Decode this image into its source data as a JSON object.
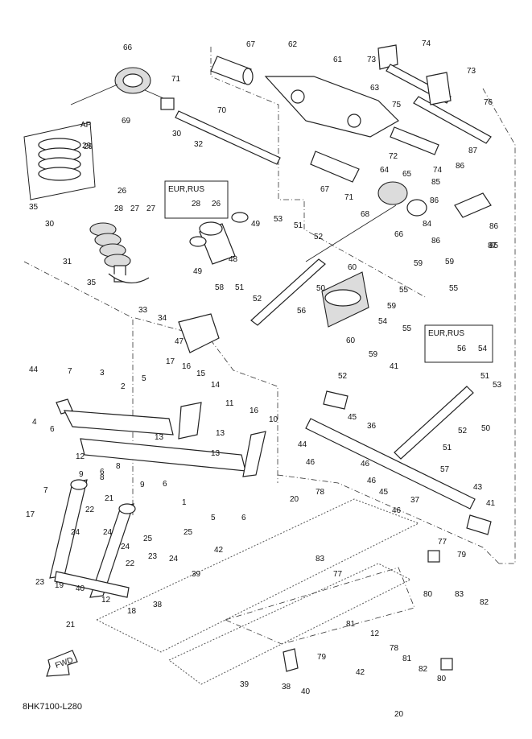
{
  "diagram": {
    "reference_code": "8HK7100-L280",
    "fwd_label": "FWD",
    "boxes": {
      "ap": {
        "label": "AP",
        "callout": "29"
      },
      "eur_rus_top": {
        "label": "EUR,RUS",
        "callouts": [
          "28",
          "26"
        ]
      },
      "eur_rus_right": {
        "label": "EUR,RUS",
        "callouts": [
          "56",
          "54"
        ]
      }
    },
    "callouts": [
      "66",
      "69",
      "71",
      "70",
      "67",
      "62",
      "61",
      "63",
      "73",
      "74",
      "73",
      "75",
      "76",
      "30",
      "32",
      "29",
      "26",
      "28",
      "27",
      "27",
      "35",
      "30",
      "31",
      "35",
      "33",
      "34",
      "47",
      "48",
      "49",
      "49",
      "53",
      "51",
      "52",
      "50",
      "58",
      "51",
      "52",
      "72",
      "74",
      "64",
      "65",
      "67",
      "71",
      "68",
      "66",
      "87",
      "86",
      "85",
      "86",
      "84",
      "86",
      "86",
      "85",
      "87",
      "59",
      "60",
      "59",
      "55",
      "55",
      "59",
      "56",
      "54",
      "55",
      "60",
      "59",
      "41",
      "52",
      "51",
      "53",
      "50",
      "52",
      "51",
      "57",
      "43",
      "37",
      "41",
      "44",
      "46",
      "45",
      "46",
      "36",
      "46",
      "45",
      "46",
      "44",
      "7",
      "3",
      "2",
      "4",
      "6",
      "5",
      "17",
      "16",
      "15",
      "14",
      "11",
      "16",
      "13",
      "13",
      "10",
      "13",
      "12",
      "6",
      "9",
      "8",
      "8",
      "9",
      "6",
      "1",
      "5",
      "6",
      "7",
      "17",
      "22",
      "21",
      "25",
      "24",
      "23",
      "19",
      "24",
      "25",
      "24",
      "22",
      "23",
      "24",
      "39",
      "38",
      "42",
      "40",
      "12",
      "18",
      "21",
      "20",
      "78",
      "83",
      "77",
      "77",
      "79",
      "80",
      "83",
      "82",
      "81",
      "12",
      "78",
      "81",
      "82",
      "80",
      "79",
      "42",
      "38",
      "40",
      "39",
      "20"
    ]
  }
}
